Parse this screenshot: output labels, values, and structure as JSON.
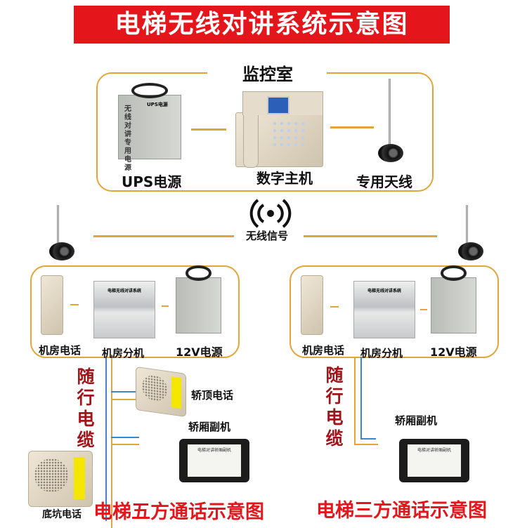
{
  "title": "电梯无线对讲系统示意图",
  "monitor_room": {
    "title": "监控室",
    "ups_label": "UPS电源",
    "host_label": "数字主机",
    "antenna_label": "专用天线",
    "ups_text": "无线对讲专用电源",
    "ups_badge": "UPS电源"
  },
  "wireless": {
    "label": "无线信号",
    "icon": "wireless-signal-icon"
  },
  "left": {
    "room_phone": "机房电话",
    "room_unit": "机房分机",
    "power": "12V电源",
    "cable": "随行电缆",
    "car_top_phone": "轿顶电话",
    "car_unit": "轿厢副机",
    "pit_phone": "底坑电话",
    "caption": "电梯五方通话示意图",
    "unit_face": "电梯无线对讲系统",
    "sub_face": "电梯对讲轿厢副机"
  },
  "right": {
    "room_phone": "机房电话",
    "room_unit": "机房分机",
    "power": "12V电源",
    "cable": "随行电缆",
    "car_unit": "轿厢副机",
    "caption": "电梯三方通话示意图",
    "unit_face": "电梯无线对讲系统",
    "sub_face": "电梯对讲轿厢副机"
  },
  "colors": {
    "banner": "#e5161b",
    "frame": "#e3a53a",
    "cable_blue": "#3b86d0",
    "cable_label": "#a0141a"
  }
}
